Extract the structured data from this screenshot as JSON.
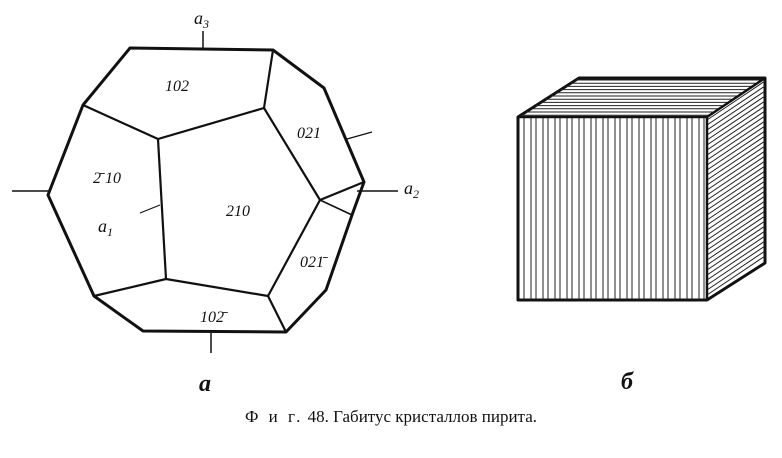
{
  "figure": {
    "left": {
      "panel_label": "а",
      "faces": {
        "top": "102",
        "front": "210",
        "upper_right": "021",
        "left": "2̄ 10",
        "lower_right": "021̄",
        "bottom": "102̄"
      },
      "axes": {
        "a1": {
          "letter": "a",
          "sub": "1"
        },
        "a2": {
          "letter": "a",
          "sub": "2"
        },
        "a3": {
          "letter": "a",
          "sub": "3"
        }
      }
    },
    "right": {
      "panel_label": "б"
    }
  },
  "caption": {
    "prefix": "Ф и г.",
    "text": "48. Габитус кристаллов пирита."
  }
}
